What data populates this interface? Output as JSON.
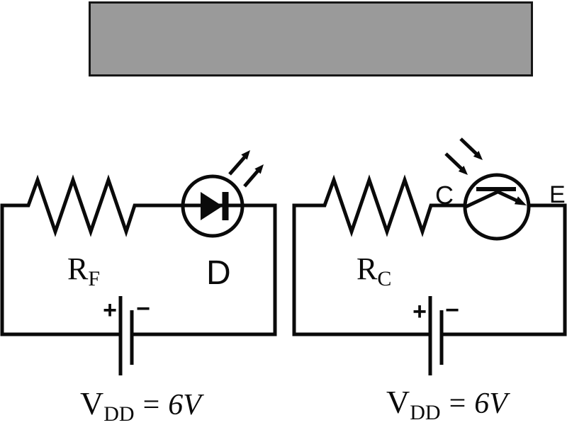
{
  "banner": {
    "fill": "#9a9a9a",
    "border_color": "#161616"
  },
  "colors": {
    "wire": "#0a0a0a",
    "background": "#ffffff"
  },
  "left_circuit": {
    "resistor": {
      "main": "R",
      "sub": "F"
    },
    "led_label": "D",
    "battery": {
      "plus": "+",
      "minus": "−"
    },
    "supply": {
      "main": "V",
      "sub": "DD",
      "equals": "=",
      "value": "6V"
    }
  },
  "right_circuit": {
    "resistor": {
      "main": "R",
      "sub": "C"
    },
    "collector_label": "C",
    "emitter_label": "E",
    "battery": {
      "plus": "+",
      "minus": "−"
    },
    "supply": {
      "main": "V",
      "sub": "DD",
      "equals": "=",
      "value": "6V"
    }
  }
}
